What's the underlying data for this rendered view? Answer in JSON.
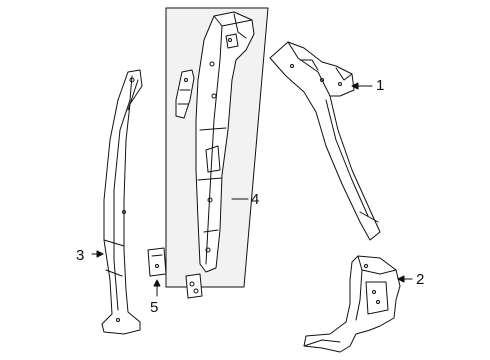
{
  "callouts": {
    "c1": "1",
    "c2": "2",
    "c3": "3",
    "c4": "4",
    "c5": "5"
  },
  "colors": {
    "line": "#111111",
    "panel_fill": "#ffffff",
    "box_fill": "#f2f2f2"
  }
}
